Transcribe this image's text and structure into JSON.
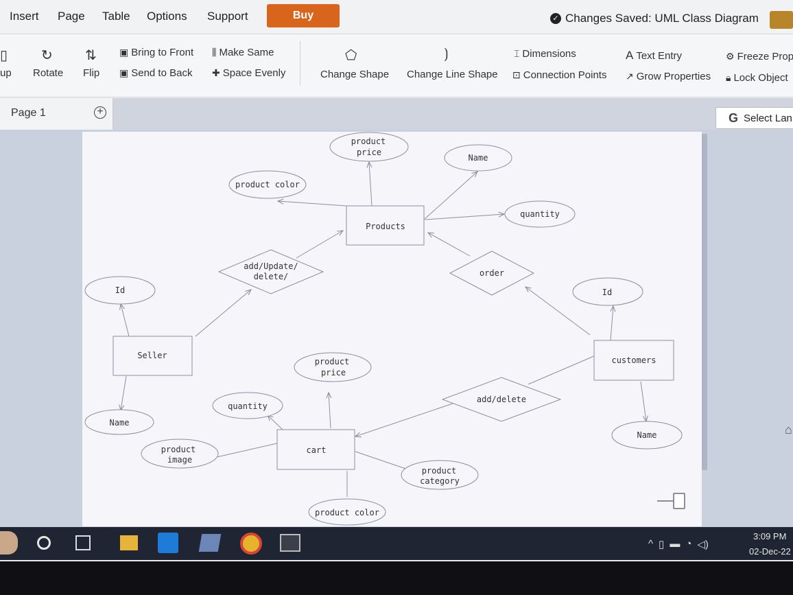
{
  "menubar": {
    "items": [
      "Insert",
      "Page",
      "Table",
      "Options",
      "Support"
    ],
    "buy_label": "Buy",
    "status": "Changes Saved: UML Class Diagram"
  },
  "toolbar": {
    "group_label": "up",
    "rotate": "Rotate",
    "flip": "Flip",
    "bring_front": "Bring to Front",
    "send_back": "Send to Back",
    "make_same": "Make Same",
    "space_evenly": "Space Evenly",
    "change_shape": "Change Shape",
    "change_line_shape": "Change Line Shape",
    "dimensions": "Dimensions",
    "connection_points": "Connection Points",
    "text_entry": "Text Entry",
    "grow_properties": "Grow Properties",
    "freeze_props": "Freeze Prope",
    "lock_object": "Lock Object"
  },
  "page": {
    "tab_label": "Page 1",
    "language_button": "Select Lan"
  },
  "diagram": {
    "entities": {
      "products": "Products",
      "seller": "Seller",
      "customers": "customers",
      "cart": "cart"
    },
    "relationships": {
      "add_update_l1": "add/Update/",
      "add_update_l2": "delete/",
      "order": "order",
      "add_delete": "add/delete"
    },
    "attributes": {
      "product_price_l1": "product",
      "product_price_l2": "price",
      "name_top": "Name",
      "product_color": "product color",
      "quantity_top": "quantity",
      "seller_id": "Id",
      "seller_name": "Name",
      "customer_id": "Id",
      "customer_name": "Name",
      "cart_price_l1": "product",
      "cart_price_l2": "price",
      "cart_quantity": "quantity",
      "cart_image_l1": "product",
      "cart_image_l2": "image",
      "cart_category_l1": "product",
      "cart_category_l2": "category",
      "cart_color": "product color"
    }
  },
  "taskbar": {
    "time": "3:09 PM",
    "date": "02-Dec-22"
  }
}
